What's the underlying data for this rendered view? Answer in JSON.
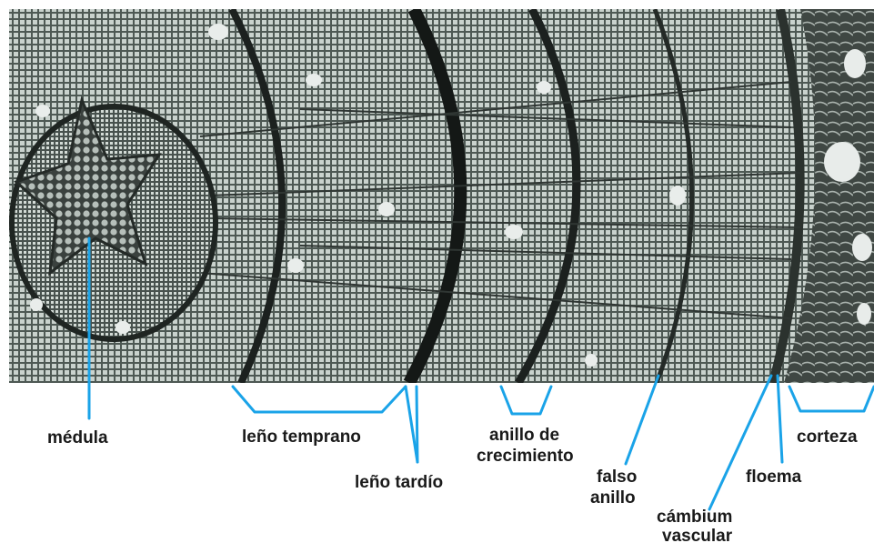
{
  "labels": {
    "medula": "médula",
    "leno_temprano": "leño temprano",
    "leno_tardio": "leño tardío",
    "anillo_crecimiento_1": "anillo de",
    "anillo_crecimiento_2": "crecimiento",
    "falso_anillo_1": "falso",
    "falso_anillo_2": "anillo",
    "cambium_1": "cámbium",
    "cambium_2": "vascular",
    "floema": "floema",
    "corteza": "corteza"
  },
  "colors": {
    "leader_lines": "#1aa3e8",
    "label_text": "#1a1a1a",
    "micrograph_base": "#5f6b66"
  }
}
